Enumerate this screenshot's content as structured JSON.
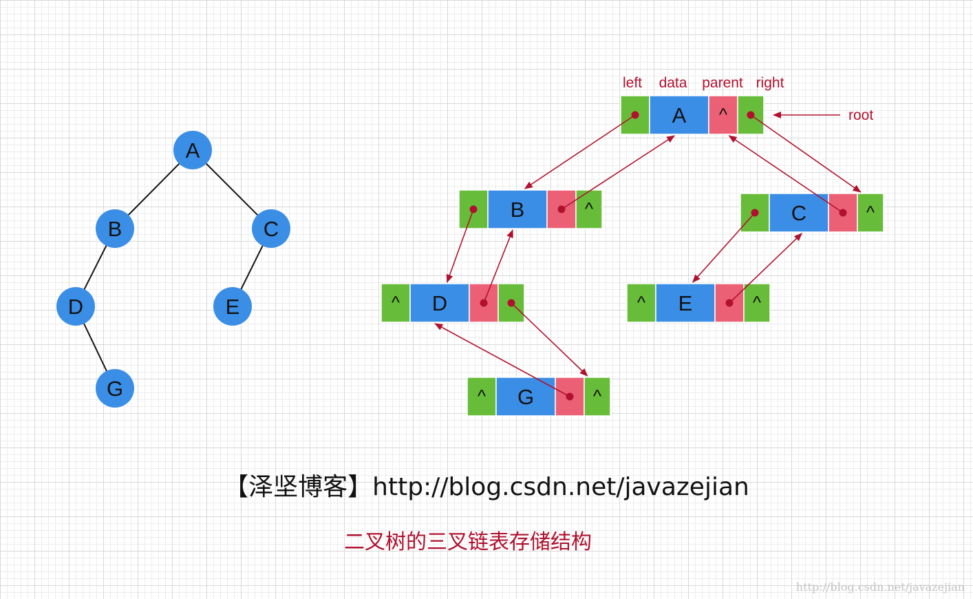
{
  "colors": {
    "node_fill": "#3b8ee6",
    "edge": "#111111",
    "left_cell": "#67bd3a",
    "data_cell": "#3b8ee6",
    "parent_cell": "#ec6076",
    "right_cell": "#67bd3a",
    "arrow": "#b0112e",
    "caption": "#b0112e"
  },
  "tree": {
    "nodes": [
      {
        "id": "A",
        "label": "A"
      },
      {
        "id": "B",
        "label": "B"
      },
      {
        "id": "C",
        "label": "C"
      },
      {
        "id": "D",
        "label": "D"
      },
      {
        "id": "E",
        "label": "E"
      },
      {
        "id": "G",
        "label": "G"
      }
    ],
    "edges": [
      [
        "A",
        "B"
      ],
      [
        "A",
        "C"
      ],
      [
        "B",
        "D"
      ],
      [
        "C",
        "E"
      ],
      [
        "D",
        "G"
      ]
    ]
  },
  "linked": {
    "field_labels": {
      "left": "left",
      "data": "data",
      "parent": "parent",
      "right": "right"
    },
    "root_label": "root",
    "null_symbol": "^",
    "nodes": [
      {
        "id": "A",
        "data": "A",
        "left": "B",
        "parent": null,
        "right": "C"
      },
      {
        "id": "B",
        "data": "B",
        "left": "D",
        "parent": "A",
        "right": null
      },
      {
        "id": "C",
        "data": "C",
        "left": "E",
        "parent": "A",
        "right": null
      },
      {
        "id": "D",
        "data": "D",
        "left": null,
        "parent": "B",
        "right": "G"
      },
      {
        "id": "E",
        "data": "E",
        "left": null,
        "parent": "C",
        "right": null
      },
      {
        "id": "G",
        "data": "G",
        "left": null,
        "parent": "D",
        "right": null
      }
    ]
  },
  "credit": "【泽坚博客】http://blog.csdn.net/javazejian",
  "caption": "二叉树的三叉链表存储结构",
  "watermark": "http://blog.csdn.net/javazejian"
}
